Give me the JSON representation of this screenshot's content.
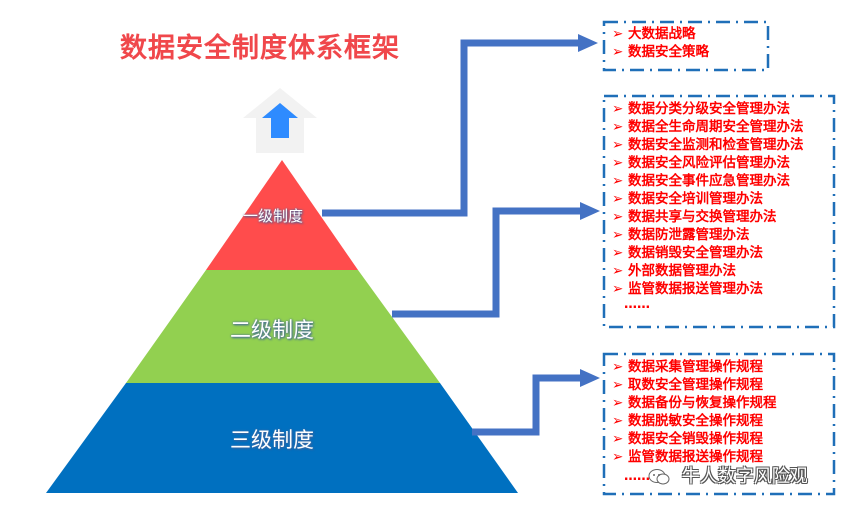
{
  "title": "数据安全制度体系框架",
  "colors": {
    "title": "#f0474b",
    "tier1": "#ff4c4c",
    "tier2": "#92d050",
    "tier3": "#0070c0",
    "connector": "#4472c4",
    "box_border": "#1f6fb8",
    "item_text": "#ff0000",
    "up_arrow": "#2e8bff"
  },
  "pyramid": {
    "tiers": [
      {
        "label": "一级制度"
      },
      {
        "label": "二级制度"
      },
      {
        "label": "三级制度"
      }
    ],
    "top_icon": "up-arrow-icon"
  },
  "boxes": [
    {
      "bullet": "➢",
      "items": [
        "大数据战略",
        "数据安全策略"
      ],
      "has_ellipsis": false
    },
    {
      "bullet": "➢",
      "items": [
        "数据分类分级安全管理办法",
        "数据全生命周期安全管理办法",
        "数据安全监测和检查管理办法",
        "数据安全风险评估管理办法",
        "数据安全事件应急管理办法",
        "数据安全培训管理办法",
        "数据共享与交换管理办法",
        "数据防泄露管理办法",
        "数据销毁安全管理办法",
        "外部数据管理办法",
        "监管数据报送管理办法"
      ],
      "ellipsis": "……"
    },
    {
      "bullet": "➢",
      "items": [
        "数据采集管理操作规程",
        "取数安全管理操作规程",
        "数据备份与恢复操作规程",
        "数据脱敏安全操作规程",
        "数据安全销毁操作规程",
        "监管数据报送操作规程"
      ],
      "ellipsis": "……"
    }
  ],
  "watermark": {
    "icon": "wechat-icon",
    "text": "牛人数字风险观"
  }
}
